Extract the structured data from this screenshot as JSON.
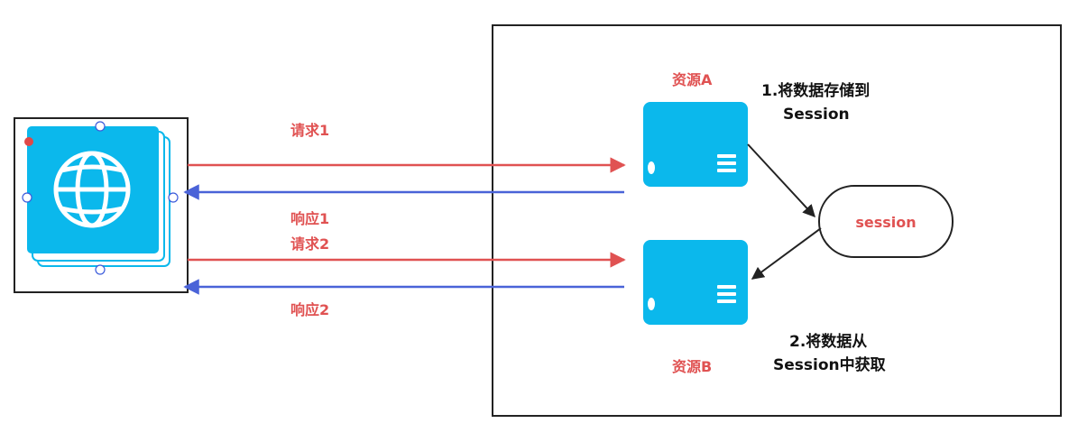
{
  "labels": {
    "request1": "请求1",
    "response1": "响应1",
    "request2": "请求2",
    "response2": "响应2",
    "resource_a": "资源A",
    "resource_b": "资源B",
    "session": "session",
    "store_note_line1": "1.将数据存储到",
    "store_note_line2": "Session",
    "fetch_note_line1": "2.将数据从",
    "fetch_note_line2": "Session中获取"
  },
  "colors": {
    "request_arrow": "#e05252",
    "response_arrow": "#4a63d8",
    "server_fill": "#0bb8ec",
    "browser_fill": "#0bb8ec",
    "label_red": "#e05252",
    "label_black": "#111111",
    "frame_stroke": "#222222"
  },
  "icons": {
    "browser": "globe-icon",
    "server_a": "server-icon",
    "server_b": "server-icon"
  }
}
